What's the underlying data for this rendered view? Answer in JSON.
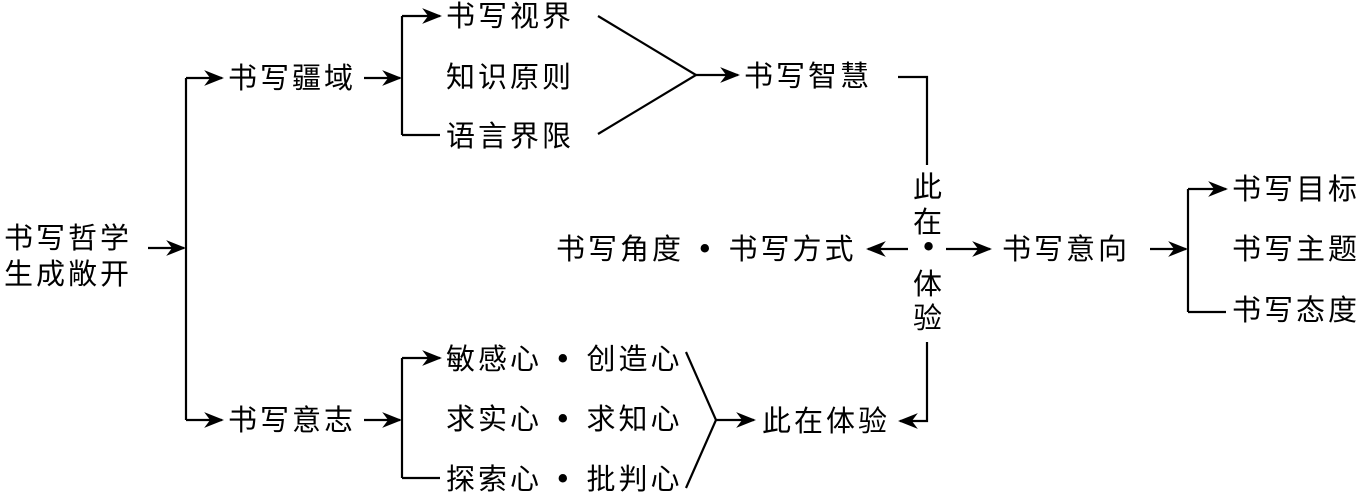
{
  "root": {
    "line1": "书写哲学",
    "line2": "生成敞开"
  },
  "upper": {
    "domain": "书写疆域",
    "children": [
      "书写视界",
      "知识原则",
      "语言界限"
    ],
    "result": "书写智慧"
  },
  "lower": {
    "will": "书写意志",
    "children": [
      "敏感心 • 创造心",
      "求实心 • 求知心",
      "探索心 • 批判心"
    ],
    "result": "此在体验"
  },
  "center": {
    "vertical_chars": [
      "此",
      "在",
      "•",
      "体",
      "验"
    ],
    "left": "书写角度 • 书写方式",
    "right": "书写意向"
  },
  "intent": {
    "children": [
      "书写目标",
      "书写主题",
      "书写态度"
    ]
  }
}
